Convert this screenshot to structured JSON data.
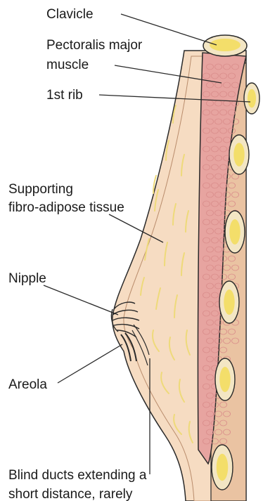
{
  "labels": {
    "clavicle": "Clavicle",
    "pectoralis_line1": "Pectoralis major",
    "pectoralis_line2": "muscle",
    "first_rib": "1st rib",
    "supporting_line1": "Supporting",
    "supporting_line2": "fibro-adipose tissue",
    "nipple": "Nipple",
    "areola": "Areola",
    "ducts_line1": "Blind ducts extending a",
    "ducts_line2": "short distance, rarely"
  },
  "colors": {
    "skin": "#f6dcc2",
    "skin_dark": "#eac3a2",
    "muscle": "#e7a4a0",
    "muscle_cell": "#d98c8a",
    "bone": "#f3e6c4",
    "marrow": "#f3de6a",
    "fibre": "#eeda7a",
    "outline": "#2a2a2a"
  }
}
